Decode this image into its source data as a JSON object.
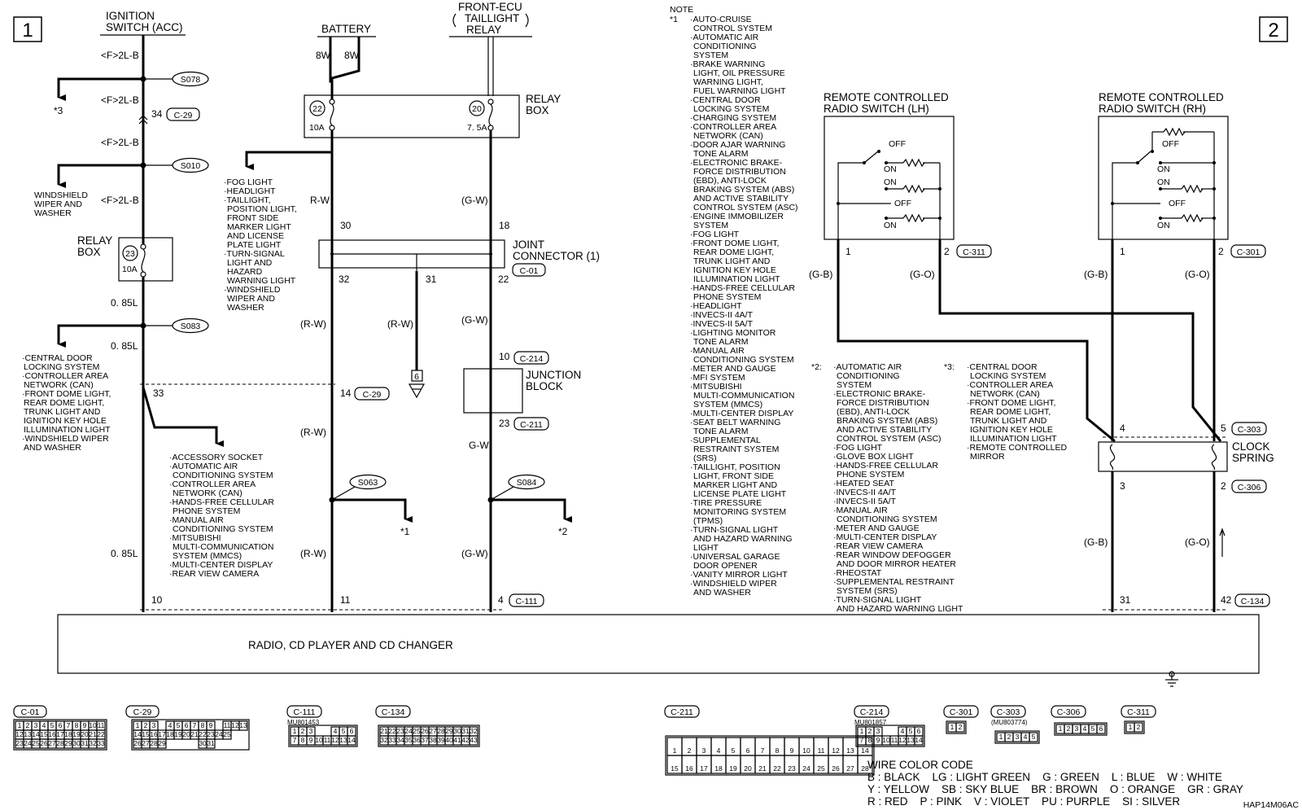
{
  "page_number_left": "1",
  "page_number_right": "2",
  "figure_id": "HAP14M06AC",
  "sources": {
    "ignition_l1": "IGNITION",
    "ignition_l2": "SWITCH (ACC)",
    "battery": "BATTERY",
    "frontecu_l1": "FRONT-ECU",
    "frontecu_l2": "TAILLIGHT",
    "frontecu_l3": "RELAY"
  },
  "left_branch": {
    "wire1": "<F>2L-B",
    "wire2": "<F>2L-B",
    "wire3": "<F>2L-B",
    "wire4": "<F>2L-B",
    "splice1": "S078",
    "splice2": "S010",
    "splice3": "S083",
    "pin34": "34",
    "conn_c29": "C-29",
    "star3": "*3",
    "ww_l1": "WINDSHIELD",
    "ww_l2": "WIPER AND",
    "ww_l3": "WASHER",
    "relaybox_l1": "RELAY",
    "relaybox_l2": "BOX",
    "fuse_num": "23",
    "fuse_amp": "10A",
    "size1": "0. 85L",
    "size2": "0. 85L",
    "size3": "0. 85L",
    "pin33": "33",
    "pin10": "10",
    "s083_list": [
      "·CENTRAL DOOR",
      "LOCKING SYSTEM",
      "·CONTROLLER AREA",
      "NETWORK (CAN)",
      "·FRONT DOME LIGHT,",
      "REAR DOME LIGHT,",
      "TRUNK LIGHT AND",
      "IGNITION KEY HOLE",
      "ILLUMINATION LIGHT",
      "·WINDSHIELD WIPER",
      "AND WASHER"
    ],
    "acc_list": [
      "·ACCESSORY SOCKET",
      "·AUTOMATIC AIR",
      "CONDITIONING SYSTEM",
      "·CONTROLLER AREA",
      "NETWORK (CAN)",
      "·HANDS-FREE CELLULAR",
      "PHONE SYSTEM",
      "·MANUAL AIR",
      "CONDITIONING SYSTEM",
      "·MITSUBISHI",
      "MULTI-COMMUNICATION",
      "SYSTEM (MMCS)",
      "·MULTI-CENTER DISPLAY",
      "·REAR VIEW CAMERA"
    ]
  },
  "middle": {
    "battery_w1": "8W",
    "battery_w2": "8W",
    "fuse22": "22",
    "fuse22_amp": "10A",
    "fuse20": "20",
    "fuse20_amp": "7. 5A",
    "relaybox_l1": "RELAY",
    "relaybox_l2": "BOX",
    "fog_list": [
      "·FOG LIGHT",
      "·HEADLIGHT",
      "·TAILLIGHT,",
      "POSITION LIGHT,",
      "FRONT SIDE",
      "MARKER LIGHT",
      "AND LICENSE",
      "PLATE LIGHT",
      "·TURN-SIGNAL",
      "LIGHT AND",
      "HAZARD",
      "WARNING LIGHT",
      "·WINDSHIELD",
      "WIPER AND",
      "WASHER"
    ],
    "rw1": "R-W",
    "gw1": "(G-W)",
    "pin30": "30",
    "pin18": "18",
    "jc_l1": "JOINT",
    "jc_l2": "CONNECTOR (1)",
    "jc_conn": "C-01",
    "pin32": "32",
    "pin31": "31",
    "pin22": "22",
    "rw2": "(R-W)",
    "rw3": "(R-W)",
    "gw2": "(G-W)",
    "ground6": "6",
    "pin10b": "10",
    "conn_c214": "C-214",
    "jb_l1": "JUNCTION",
    "jb_l2": "BLOCK",
    "pin14": "14",
    "conn_c29b": "C-29",
    "pin23": "23",
    "conn_c211": "C-211",
    "rw4": "(R-W)",
    "gw3": "G-W",
    "splice_s063": "S063",
    "splice_s084": "S084",
    "star1": "*1",
    "star2": "*2",
    "rw5": "(R-W)",
    "gw4": "(G-W)",
    "pin11": "11",
    "pin4": "4",
    "conn_c111": "C-111"
  },
  "radio_label": "RADIO, CD PLAYER AND CD CHANGER",
  "notes": {
    "title": "NOTE",
    "star1": "*1",
    "list1": [
      "·AUTO-CRUISE",
      "CONTROL SYSTEM",
      "·AUTOMATIC AIR",
      "CONDITIONING",
      "SYSTEM",
      "·BRAKE WARNING",
      "LIGHT, OIL PRESSURE",
      "WARNING LIGHT,",
      "FUEL WARNING LIGHT",
      "·CENTRAL DOOR",
      "LOCKING SYSTEM",
      "·CHARGING SYSTEM",
      "·CONTROLLER AREA",
      "NETWORK (CAN)",
      "·DOOR AJAR WARNING",
      "TONE ALARM",
      "·ELECTRONIC BRAKE-",
      "FORCE DISTRIBUTION",
      "(EBD), ANTI-LOCK",
      "BRAKING SYSTEM (ABS)",
      "AND ACTIVE STABILITY",
      "CONTROL SYSTEM (ASC)",
      "·ENGINE IMMOBILIZER",
      "SYSTEM",
      "·FOG LIGHT",
      "·FRONT DOME LIGHT,",
      "REAR DOME LIGHT,",
      "TRUNK LIGHT AND",
      "IGNITION KEY HOLE",
      "ILLUMINATION LIGHT",
      "·HANDS-FREE CELLULAR",
      "PHONE SYSTEM",
      "·HEADLIGHT",
      "·INVECS-II 4A/T",
      "·INVECS-II 5A/T",
      "·LIGHTING MONITOR",
      "TONE ALARM",
      "·MANUAL AIR",
      "CONDITIONING SYSTEM",
      "·METER AND GAUGE",
      "·MFI SYSTEM",
      "·MITSUBISHI",
      "MULTI-COMMUNICATION",
      "SYSTEM (MMCS)",
      "·MULTI-CENTER DISPLAY",
      "·SEAT BELT WARNING",
      "TONE ALARM",
      "·SUPPLEMENTAL",
      "RESTRAINT SYSTEM",
      "(SRS)",
      "·TAILLIGHT, POSITION",
      "LIGHT, FRONT SIDE",
      "MARKER LIGHT AND",
      "LICENSE PLATE LIGHT",
      "·TIRE PRESSURE",
      "MONITORING SYSTEM",
      "(TPMS)",
      "·TURN-SIGNAL LIGHT",
      "AND HAZARD WARNING",
      "LIGHT",
      "·UNIVERSAL GARAGE",
      "DOOR OPENER",
      "·VANITY MIRROR LIGHT",
      "·WINDSHIELD WIPER",
      "AND WASHER"
    ],
    "star2": "*2:",
    "list2": [
      "·AUTOMATIC AIR",
      "CONDITIONING",
      "SYSTEM",
      "·ELECTRONIC BRAKE-",
      "FORCE DISTRIBUTION",
      "(EBD), ANTI-LOCK",
      "BRAKING SYSTEM (ABS)",
      "AND ACTIVE STABILITY",
      "CONTROL SYSTEM (ASC)",
      "·FOG LIGHT",
      "·GLOVE BOX LIGHT",
      "·HANDS-FREE CELLULAR",
      "PHONE SYSTEM",
      "·HEATED SEAT",
      "·INVECS-II 4A/T",
      "·INVECS-II 5A/T",
      "·MANUAL AIR",
      "CONDITIONING SYSTEM",
      "·METER AND GAUGE",
      "·MULTI-CENTER DISPLAY",
      "·REAR VIEW CAMERA",
      "·REAR WINDOW DEFOGGER",
      "AND DOOR MIRROR HEATER",
      "·RHEOSTAT",
      "·SUPPLEMENTAL RESTRAINT",
      "SYSTEM (SRS)",
      "·TURN-SIGNAL LIGHT",
      "AND HAZARD WARNING LIGHT"
    ],
    "star3": "*3:",
    "list3": [
      "·CENTRAL DOOR",
      "LOCKING SYSTEM",
      "·CONTROLLER AREA",
      "NETWORK (CAN)",
      "·FRONT DOME LIGHT,",
      "REAR DOME LIGHT,",
      "TRUNK LIGHT AND",
      "IGNITION KEY HOLE",
      "ILLUMINATION LIGHT",
      "·REMOTE CONTROLLED",
      "MIRROR"
    ]
  },
  "right": {
    "lh_l1": "REMOTE CONTROLLED",
    "lh_l2": "RADIO SWITCH (LH)",
    "rh_l1": "REMOTE CONTROLLED",
    "rh_l2": "RADIO SWITCH (RH)",
    "off": "OFF",
    "on": "ON",
    "pin1": "1",
    "pin2": "2",
    "conn_c311": "C-311",
    "conn_c301": "C-301",
    "gb": "(G-B)",
    "go": "(G-O)",
    "pin4": "4",
    "pin5": "5",
    "conn_c303": "C-303",
    "cs_l1": "CLOCK",
    "cs_l2": "SPRING",
    "pin3": "3",
    "pin2b": "2",
    "conn_c306": "C-306",
    "pin31": "31",
    "pin42": "42",
    "conn_c134": "C-134"
  },
  "connectors": {
    "c01": "C-01",
    "c29": "C-29",
    "c111": "C-111",
    "c134": "C-134",
    "c211": "C-211",
    "c214": "C-214",
    "c301": "C-301",
    "c303": "C-303",
    "c306": "C-306",
    "c311": "C-311",
    "mu1": "MU801453",
    "mu2": "MU801857",
    "mu3": "(MU803774)"
  },
  "wire_color_code": {
    "title": "WIRE COLOR CODE",
    "row1": "B : BLACK    LG : LIGHT GREEN    G : GREEN    L : BLUE    W : WHITE",
    "row2": "Y : YELLOW    SB : SKY BLUE    BR : BROWN    O : ORANGE    GR : GRAY",
    "row3": "R : RED    P : PINK    V : VIOLET    PU : PURPLE    SI : SILVER"
  }
}
